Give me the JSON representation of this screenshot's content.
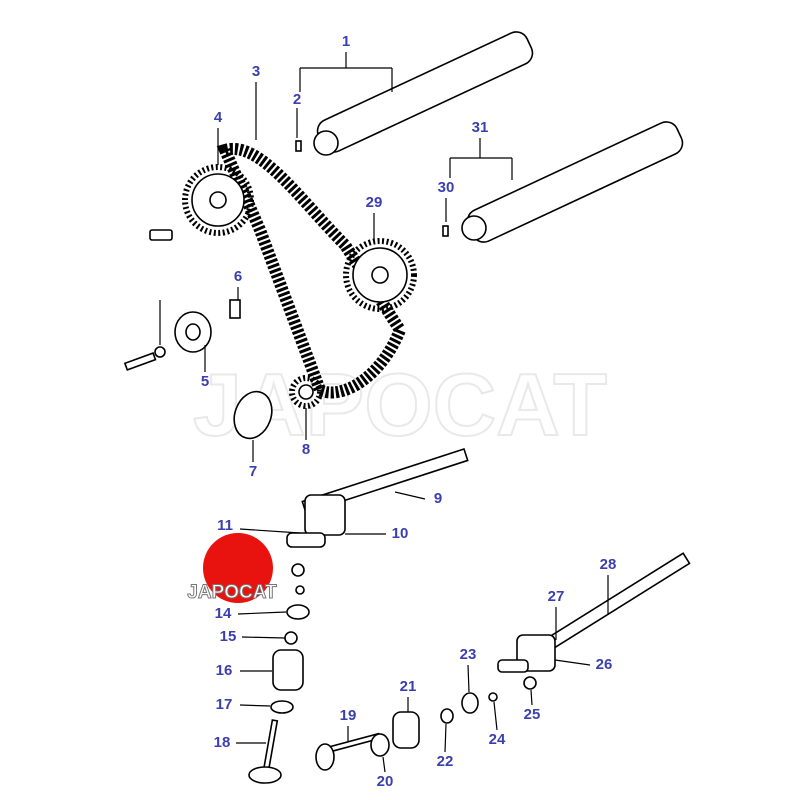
{
  "watermark": "JAPOCAT",
  "logo": {
    "text": "JAPOCAT",
    "color": "#e8120f"
  },
  "label_color": "#3b3fae",
  "callouts": [
    "1",
    "2",
    "3",
    "4",
    "5",
    "6",
    "7",
    "8",
    "9",
    "10",
    "11",
    "14",
    "15",
    "16",
    "17",
    "18",
    "19",
    "20",
    "21",
    "22",
    "23",
    "24",
    "25",
    "26",
    "27",
    "28",
    "29",
    "30",
    "31"
  ]
}
